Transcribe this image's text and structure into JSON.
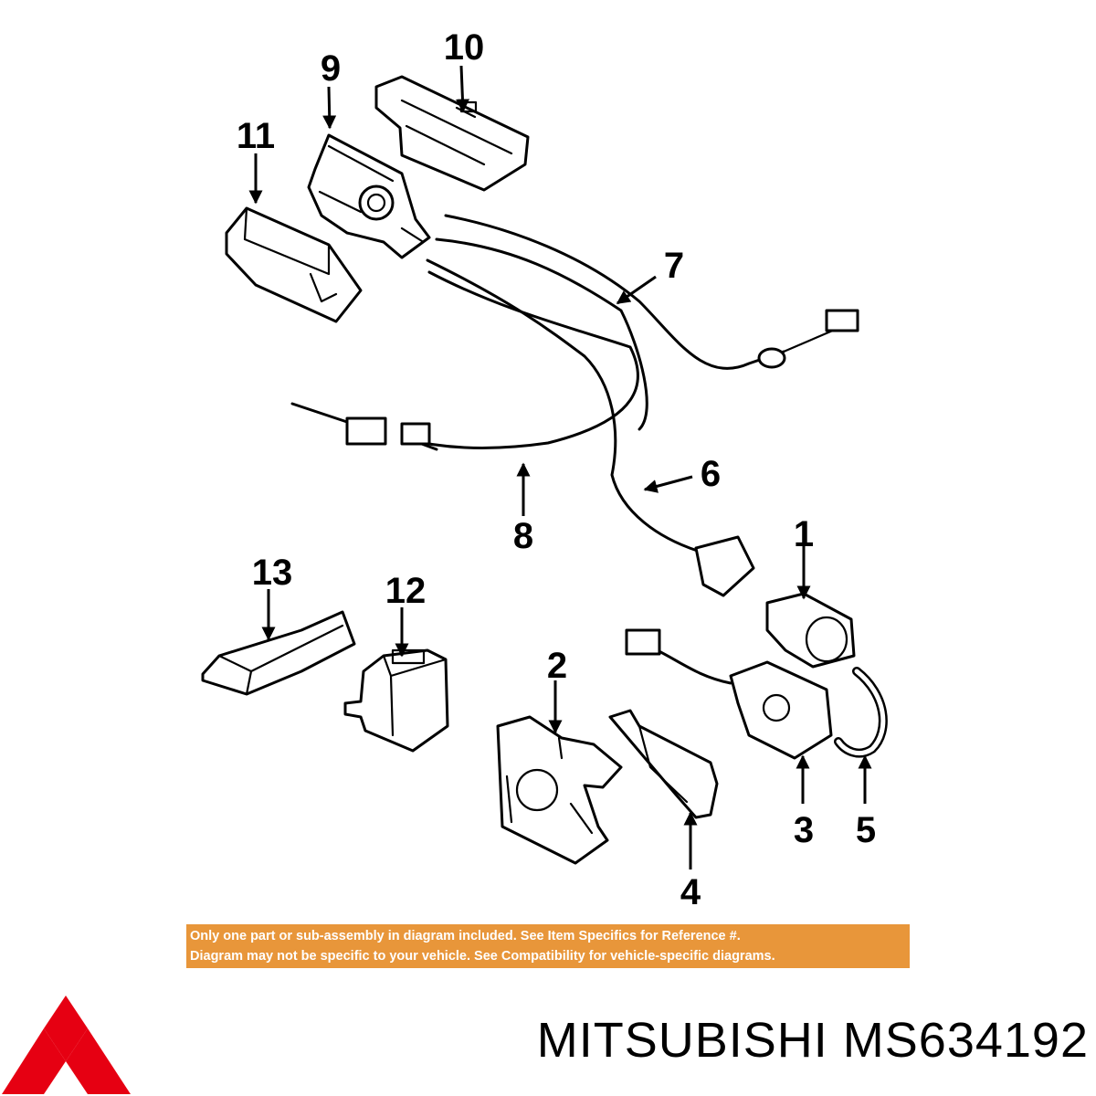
{
  "callouts": [
    "1",
    "2",
    "3",
    "4",
    "5",
    "6",
    "7",
    "8",
    "9",
    "10",
    "11",
    "12",
    "13"
  ],
  "disclaimer": {
    "line1": "Only one part or sub-assembly in diagram included. See Item Specifics for Reference #.",
    "line2": "Diagram may not be specific to your vehicle. See Compatibility for vehicle-specific diagrams."
  },
  "brand": "MITSUBISHI",
  "part_number": "MS634192",
  "colors": {
    "banner": "#e8963a",
    "logo": "#e60012",
    "ink": "#000000"
  }
}
